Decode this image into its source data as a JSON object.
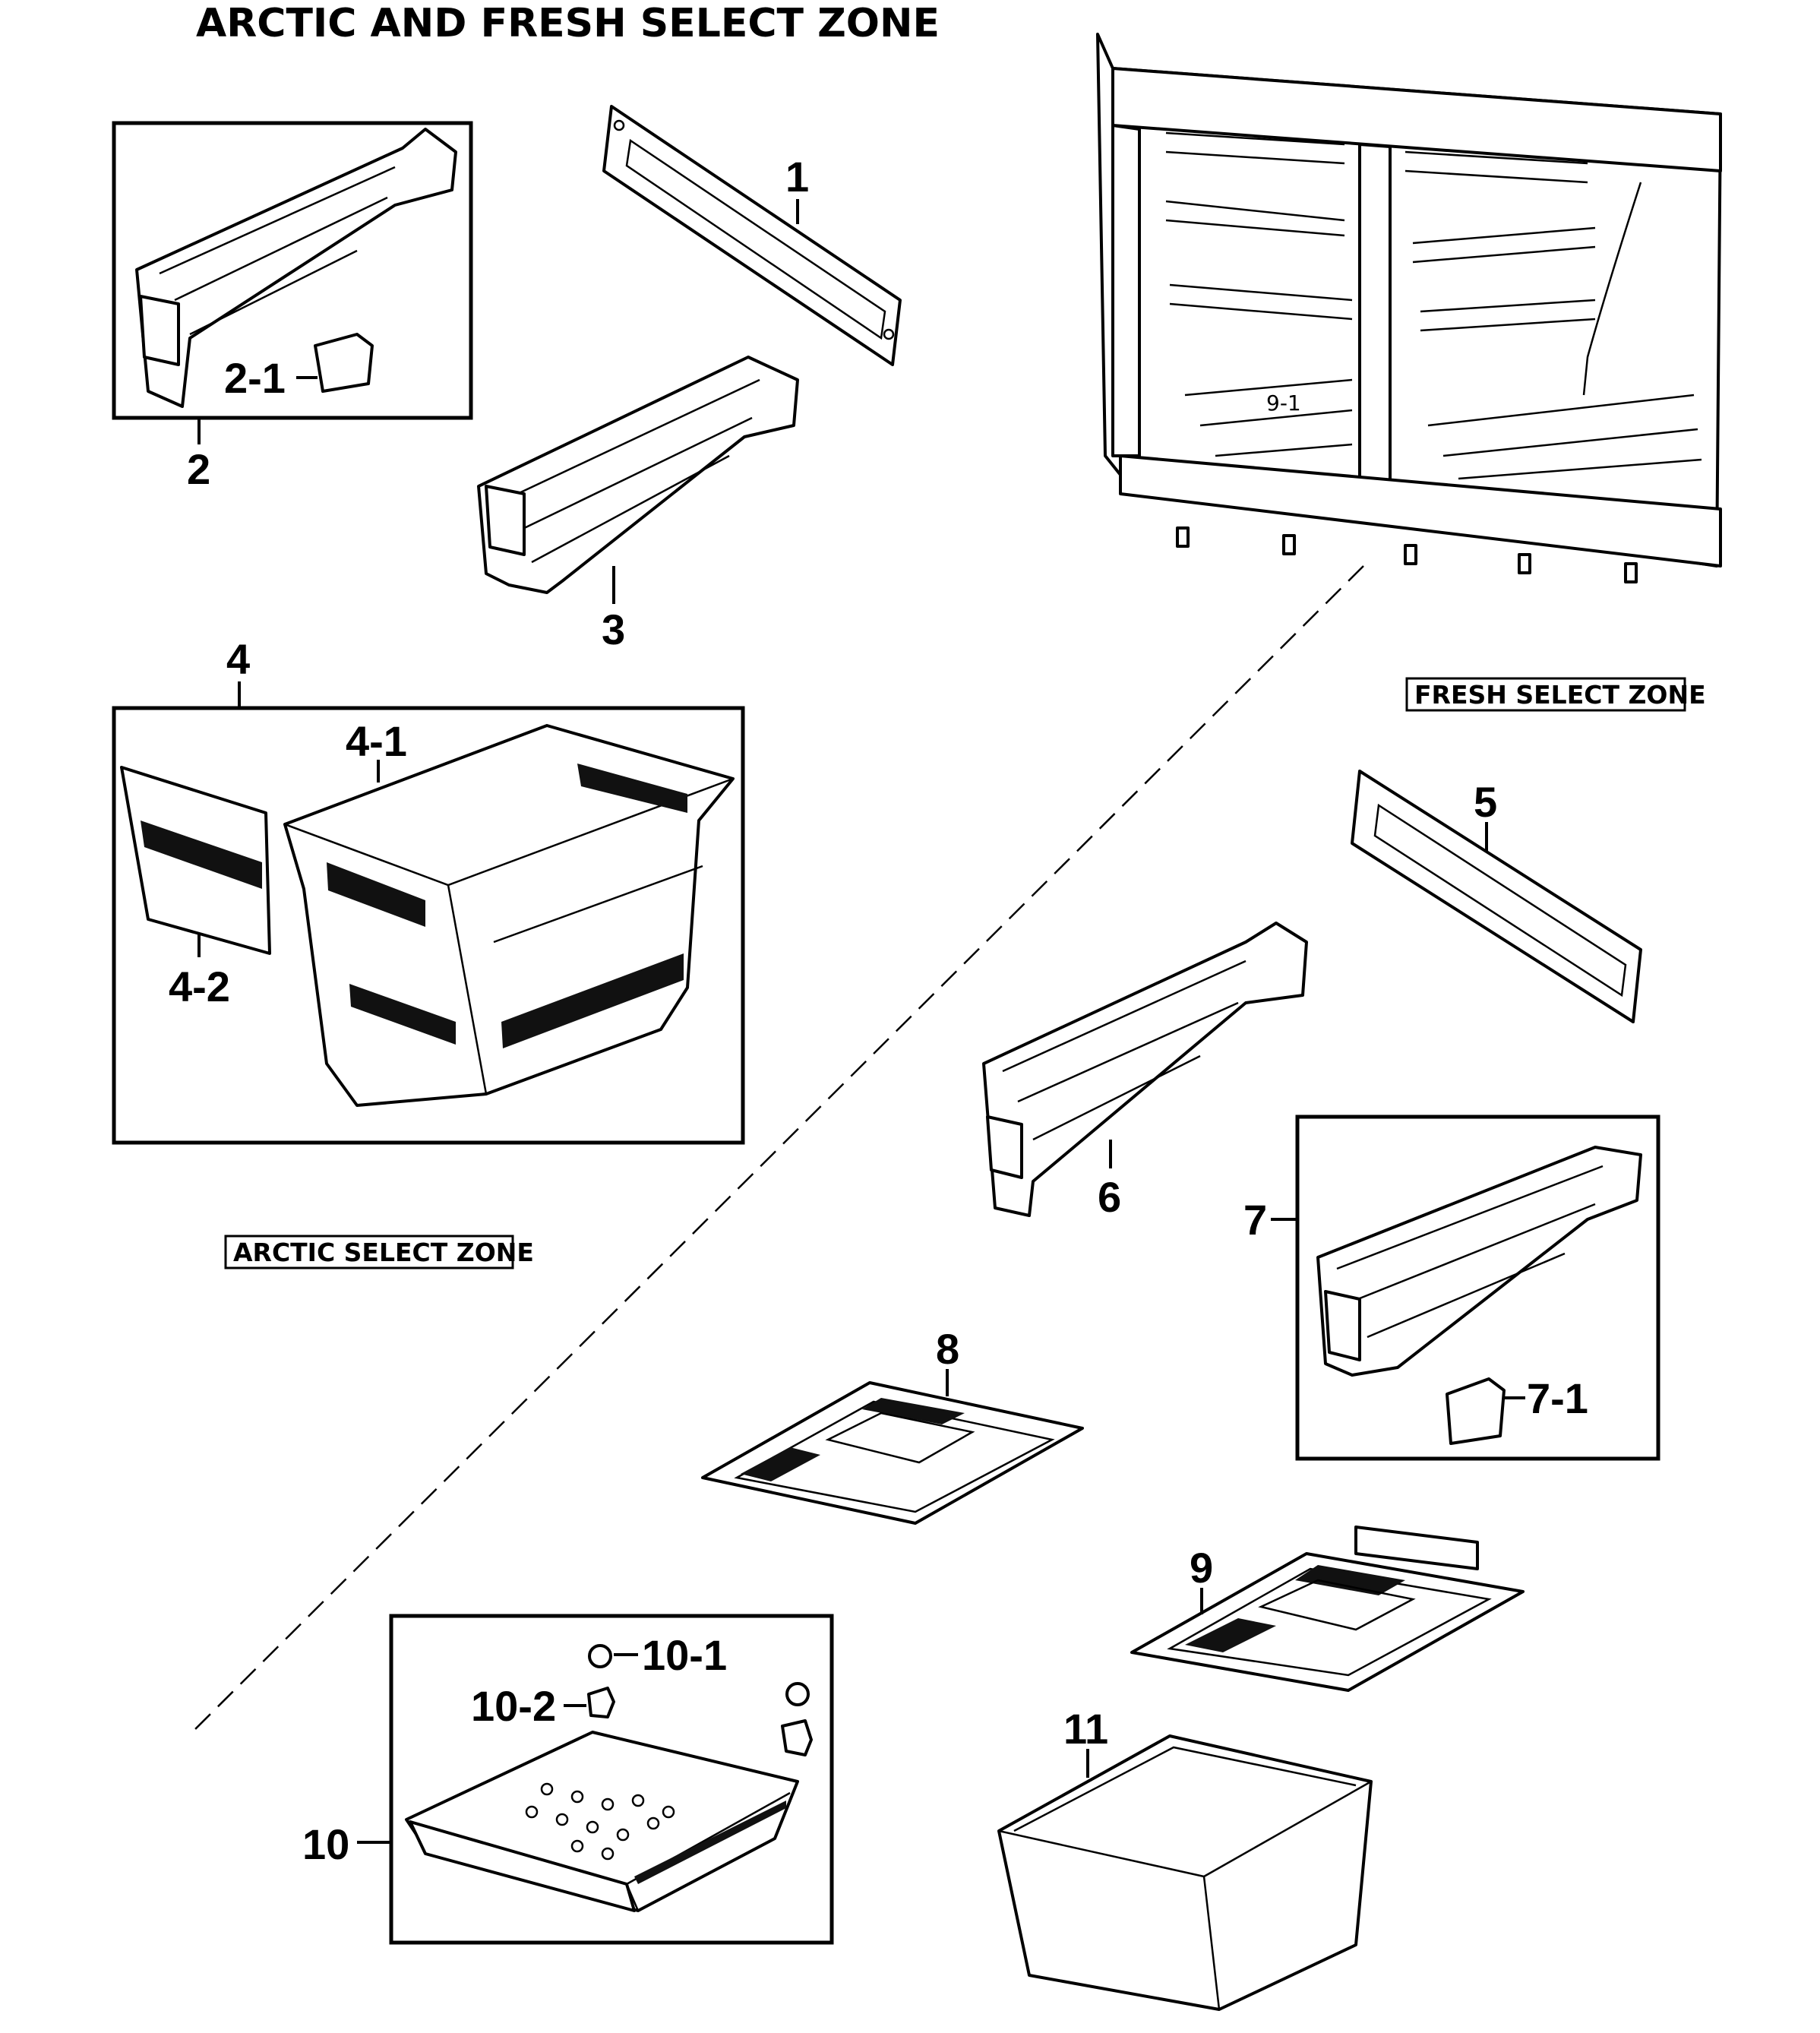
{
  "title": "ARCTIC AND FRESH SELECT ZONE",
  "zones": {
    "fresh": "FRESH SELECT ZONE",
    "arctic": "ARCTIC SELECT ZONE"
  },
  "callouts": {
    "p1": "1",
    "p2": "2",
    "p2_1": "2-1",
    "p3": "3",
    "p4": "4",
    "p4_1": "4-1",
    "p4_2": "4-2",
    "p5": "5",
    "p6": "6",
    "p7": "7",
    "p7_1": "7-1",
    "p8": "8",
    "p9": "9",
    "p9_1": "9-1",
    "p10": "10",
    "p10_1": "10-1",
    "p10_2": "10-2",
    "p11": "11"
  }
}
